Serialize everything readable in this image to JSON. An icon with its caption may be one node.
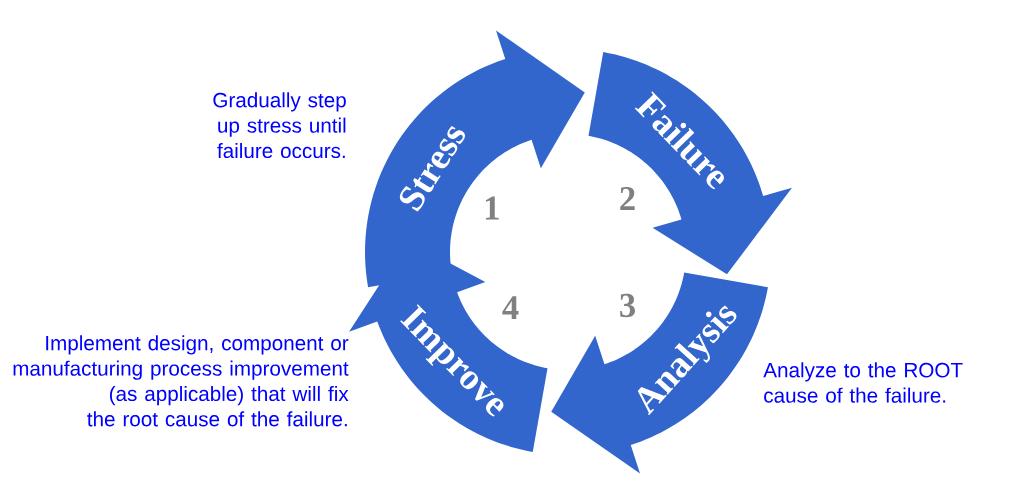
{
  "diagram": {
    "nodes": [
      {
        "text": [
          "Stress"
        ],
        "beside": [
          "1"
        ]
      },
      {
        "text": [
          "Failure"
        ],
        "beside": [
          "2"
        ]
      },
      {
        "text": [
          "Analysis"
        ],
        "beside": [
          "3"
        ]
      },
      {
        "text": [
          "Improve"
        ],
        "beside": [
          "4"
        ]
      }
    ],
    "labels": [
      "Gradually step up stress until failure occurs.",
      "Implement design, component or manufacturing process improvement (as applicable) that will fix the root cause of the failure.",
      "Analyze to the ROOT cause of the failure."
    ]
  }
}
